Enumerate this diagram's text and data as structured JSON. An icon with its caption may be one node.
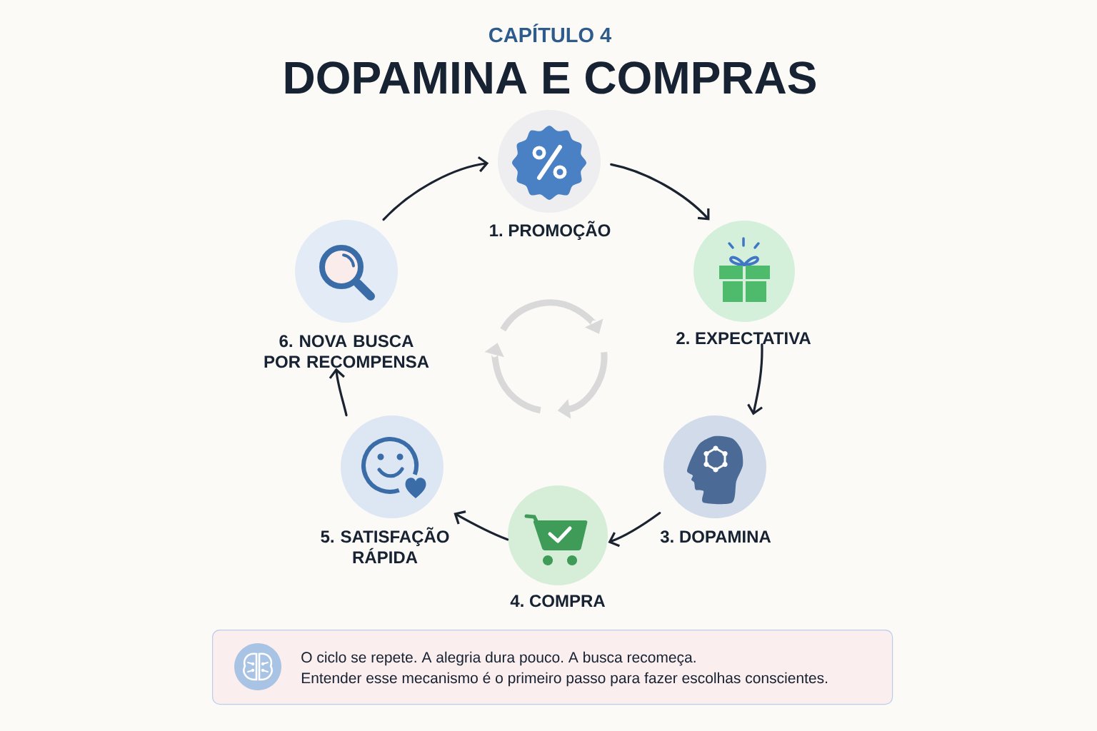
{
  "diagram": {
    "title": "DOPAMINA E COMPRAS",
    "nodes": [
      {
        "text": [
          "1. PROMOÇÃO"
        ]
      },
      {
        "text": [
          "2. EXPECTATIVA"
        ]
      },
      {
        "text": [
          "3. DOPAMINA"
        ]
      },
      {
        "text": [
          "4. COMPRA"
        ]
      },
      {
        "text": [
          "5. SATISFAÇÃO RÁPIDA"
        ]
      },
      {
        "text": [
          "6. NOVA BUSCA POR RECOMPENSA"
        ]
      },
      {
        "text": [
          "O ciclo se repete. A alegria dura pouco. A busca recomeça.",
          "Entender esse mecanismo é o primeiro passo para fazer escolhas conscientes."
        ]
      }
    ],
    "edges": [
      {
        "from": 0,
        "to": 1,
        "arrow": "to"
      },
      {
        "from": 1,
        "to": 2,
        "arrow": "to"
      },
      {
        "from": 2,
        "to": 3,
        "arrow": "to"
      },
      {
        "from": 3,
        "to": 4,
        "arrow": "to"
      },
      {
        "from": 4,
        "to": 5,
        "arrow": "to"
      },
      {
        "from": 5,
        "to": 0,
        "arrow": "to"
      }
    ],
    "labels": [
      "CAPÍTULO 4"
    ]
  }
}
